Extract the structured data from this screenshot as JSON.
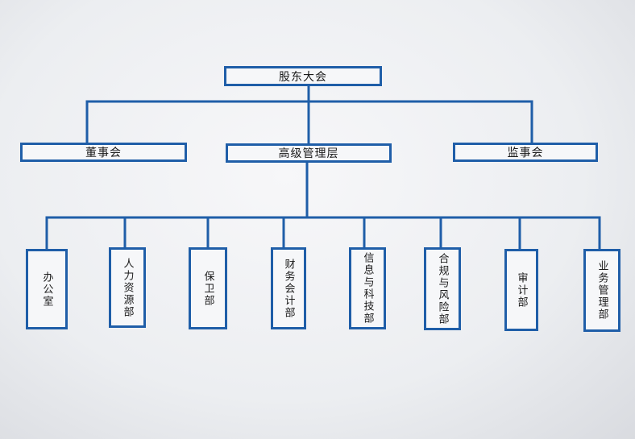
{
  "root": {
    "label": "股东大会"
  },
  "level2": {
    "board": {
      "label": "董事会"
    },
    "management": {
      "label": "高级管理层"
    },
    "supervisors": {
      "label": "监事会"
    }
  },
  "departments": [
    {
      "label": "办公室"
    },
    {
      "label": "人力资源部"
    },
    {
      "label": "保卫部"
    },
    {
      "label": "财务会计部"
    },
    {
      "label": "信息与科技部"
    },
    {
      "label": "合规与风险部"
    },
    {
      "label": "审计部"
    },
    {
      "label": "业务管理部"
    }
  ],
  "colors": {
    "line": "#1f5ea8",
    "box_fill": "#f6f7f9",
    "paper": "#eceef1"
  }
}
